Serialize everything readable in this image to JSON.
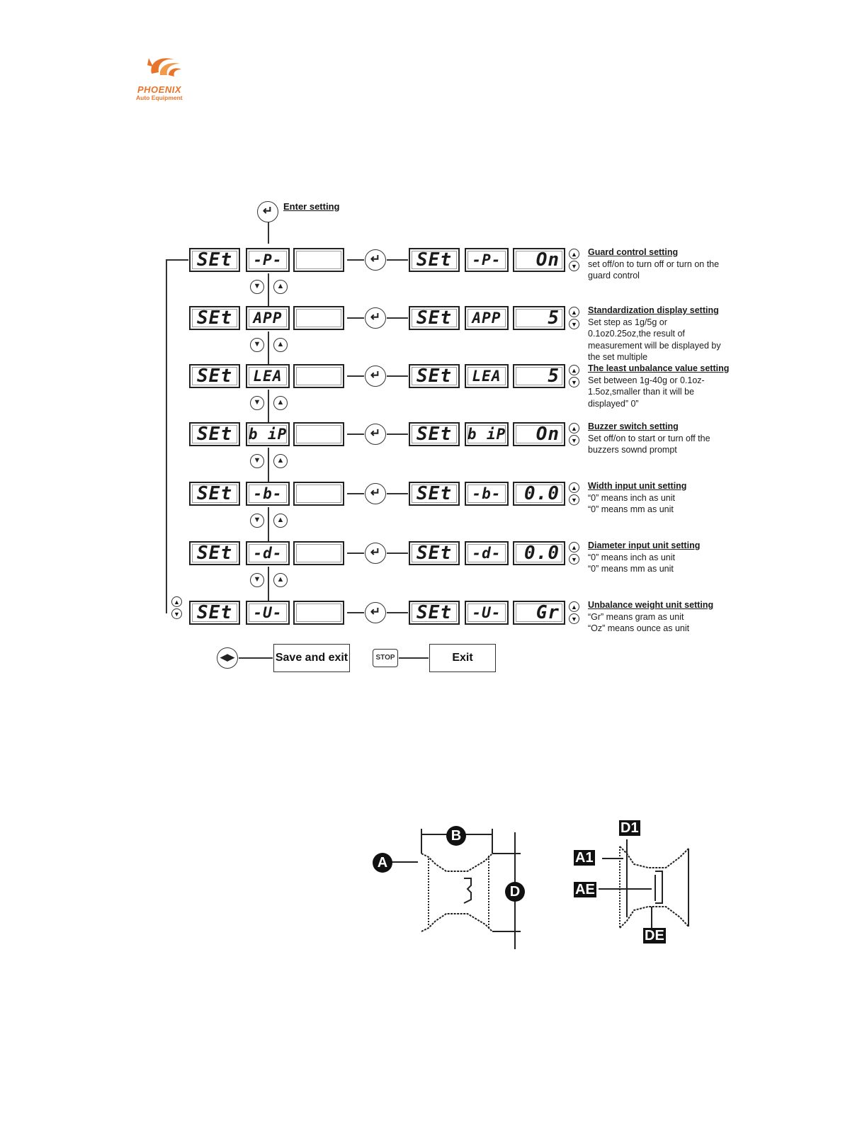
{
  "logo": {
    "brand": "PHOENIX",
    "subtitle": "Auto Equipment"
  },
  "flow": {
    "enter_label": "Enter setting",
    "rows": [
      {
        "set": "SEt",
        "code": "-P-",
        "value": "On",
        "title": "Guard control setting",
        "lines": [
          "set off/on to turn off or turn on the",
          "guard control"
        ]
      },
      {
        "set": "SEt",
        "code": "APP",
        "value": "5",
        "title": "Standardization display setting",
        "lines": [
          "Set step as 1g/5g or",
          "0.1oz0.25oz,the result of",
          "measurement will be displayed by",
          "the set multiple"
        ]
      },
      {
        "set": "SEt",
        "code": "LEA",
        "value": "5",
        "title": "The least unbalance value setting",
        "lines": [
          "Set between 1g-40g or 0.1oz-",
          "1.5oz,smaller than it will be",
          "displayed” 0”"
        ]
      },
      {
        "set": "SEt",
        "code": "b iP",
        "value": "On",
        "title": "Buzzer switch setting",
        "lines": [
          "Set off/on to start or turn off the",
          "buzzers sownd prompt"
        ]
      },
      {
        "set": "SEt",
        "code": "-b-",
        "value": "0.0",
        "title": "Width input unit setting",
        "lines": [
          "“0” means inch as unit",
          "“0” means mm as unit"
        ]
      },
      {
        "set": "SEt",
        "code": "-d-",
        "value": "0.0",
        "title": "Diameter input unit setting",
        "lines": [
          "“0” means inch as unit",
          "“0” means mm as unit"
        ]
      },
      {
        "set": "SEt",
        "code": "-U-",
        "value": "Gr",
        "title": "Unbalance weight unit setting",
        "lines": [
          "“Gr” means gram as unit",
          "“Oz” means ounce as unit"
        ]
      }
    ],
    "save_exit_label": "Save and exit",
    "stop_label": "STOP",
    "exit_label": "Exit"
  },
  "rim_diagram": {
    "left_labels": {
      "a": "A",
      "b": "B",
      "d": "D"
    },
    "right_labels": {
      "d1": "D1",
      "a1": "A1",
      "ae": "AE",
      "de": "DE"
    }
  }
}
